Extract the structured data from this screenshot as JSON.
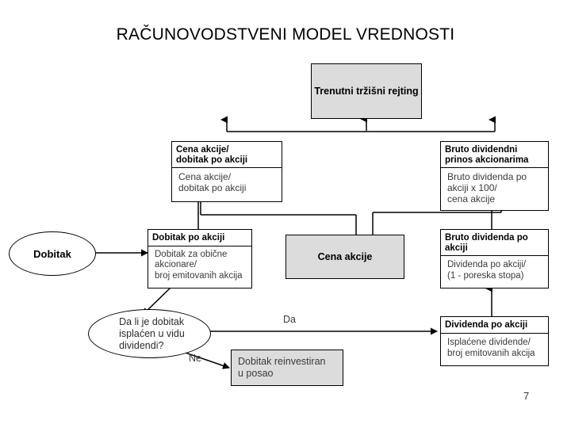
{
  "slide": {
    "title": "RAČUNOVODSTVENI MODEL VREDNOSTI",
    "page_number": "7"
  },
  "colors": {
    "fill_gray": "#dcdcdc",
    "stroke": "#000000",
    "body_text": "#3a3a3a",
    "background": "#ffffff"
  },
  "nodes": {
    "market_rating": {
      "name": "trenutni-trzisni-rejting",
      "shape": "gray-box",
      "title": "Trenutni tržišni rejting"
    },
    "pe_ratio": {
      "name": "cena-akcije-dobitak-po-akciji",
      "shape": "header-body-box",
      "header_line1": "Cena akcije/",
      "header_line2": "dobitak po akciji",
      "body_line1": "Cena akcije/",
      "body_line2": "dobitak po akciji"
    },
    "dividend_yield": {
      "name": "bruto-dividendni-prinos-akcionarima",
      "shape": "header-body-box",
      "header_line1": "Bruto dividendni",
      "header_line2": "prinos akcionarima",
      "body_line1": "Bruto dividenda po",
      "body_line2": "akciji x 100/",
      "body_line3": "cena akcije"
    },
    "earnings": {
      "name": "dobitak-ellipse",
      "shape": "ellipse",
      "label": "Dobitak"
    },
    "eps": {
      "name": "dobitak-po-akciji",
      "shape": "header-body-box",
      "header_line1": "Dobitak po akciji",
      "body_line1": "Dobitak za obične",
      "body_line2": "akcionare/",
      "body_line3": "broj emitovanih akcija"
    },
    "share_price": {
      "name": "cena-akcije",
      "shape": "gray-box",
      "title": "Cena akcije"
    },
    "gross_dps": {
      "name": "bruto-dividenda-po-akciji",
      "shape": "header-body-box",
      "header_line1": "Bruto dividenda po",
      "header_line2": "akciji",
      "body_line1": "Dividenda po akciji/",
      "body_line2": "(1 - poreska stopa)"
    },
    "decision": {
      "name": "da-li-je-dobitak-isplacen-u-vidu-dividendi",
      "shape": "decision-ellipse",
      "line1": "Da li je dobitak",
      "line2": "isplaćen u vidu",
      "line3": "dividendi?"
    },
    "reinvested": {
      "name": "dobitak-reinvestiran-u-posao",
      "shape": "gray-box-plain",
      "line1": "Dobitak reinvestiran",
      "line2": "u posao"
    },
    "dps": {
      "name": "dividenda-po-akciji",
      "shape": "header-body-box",
      "header_line1": "Dividenda po akciji",
      "body_line1": "Isplaćene dividende/",
      "body_line2": "broj emitovanih akcija"
    }
  },
  "edge_labels": {
    "yes": "Da",
    "no": "Ne"
  }
}
